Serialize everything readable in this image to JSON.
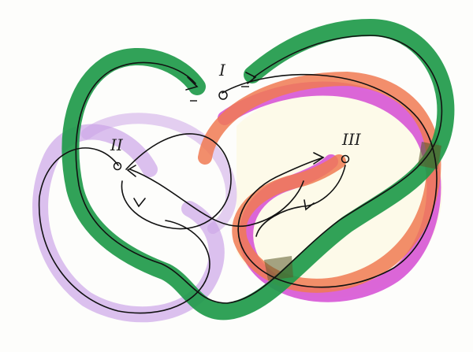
{
  "labels": {
    "point_1": "I",
    "point_2": "II",
    "point_3": "III"
  },
  "colors": {
    "green": "#1f9a4a",
    "orange": "#f07a52",
    "magenta": "#d54bd3",
    "lavender": "#c9a0e6",
    "ink": "#111111",
    "paper": "#fdfdfb"
  }
}
